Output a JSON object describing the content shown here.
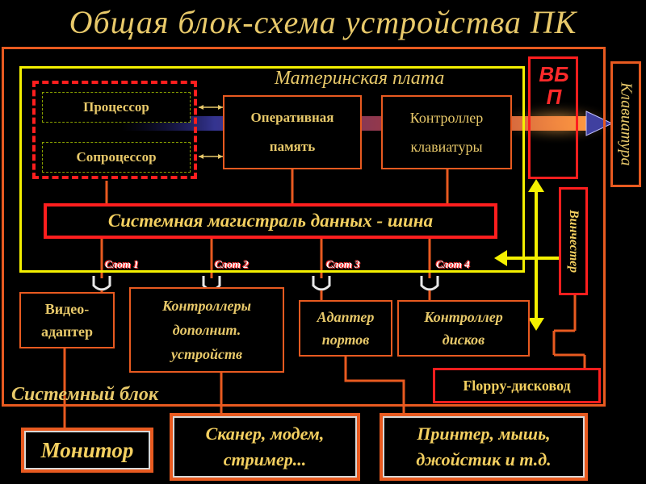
{
  "title": "Общая блок-схема устройства ПК",
  "system_unit_label": "Системный блок",
  "motherboard_label": "Материнская плата",
  "processor": "Процессор",
  "coprocessor": "Сопроцессор",
  "ram_line1": "Оперативная",
  "ram_line2": "память",
  "kbd_ctrl_line1": "Контроллер",
  "kbd_ctrl_line2": "клавиатуры",
  "bus": "Системная магистраль данных - шина",
  "slots": [
    "Слот 1",
    "Слот 2",
    "Слот 3",
    "Слот 4"
  ],
  "vbp_line1": "ВБ",
  "vbp_line2": "П",
  "keyboard": "Клавиатура",
  "hdd": "Винчестер",
  "video_line1": "Видео-",
  "video_line2": "адаптер",
  "extra_line1": "Контроллеры",
  "extra_line2": "дополнит.",
  "extra_line3": "устройств",
  "ports_line1": "Адаптер",
  "ports_line2": "портов",
  "disk_ctrl_line1": "Контроллер",
  "disk_ctrl_line2": "дисков",
  "floppy": "Floppy-дисковод",
  "monitor": "Монитор",
  "scanner_line1": "Сканер, модем,",
  "scanner_line2": "стример...",
  "printer_line1": "Принтер, мышь,",
  "printer_line2": "джойстик и т.д."
}
